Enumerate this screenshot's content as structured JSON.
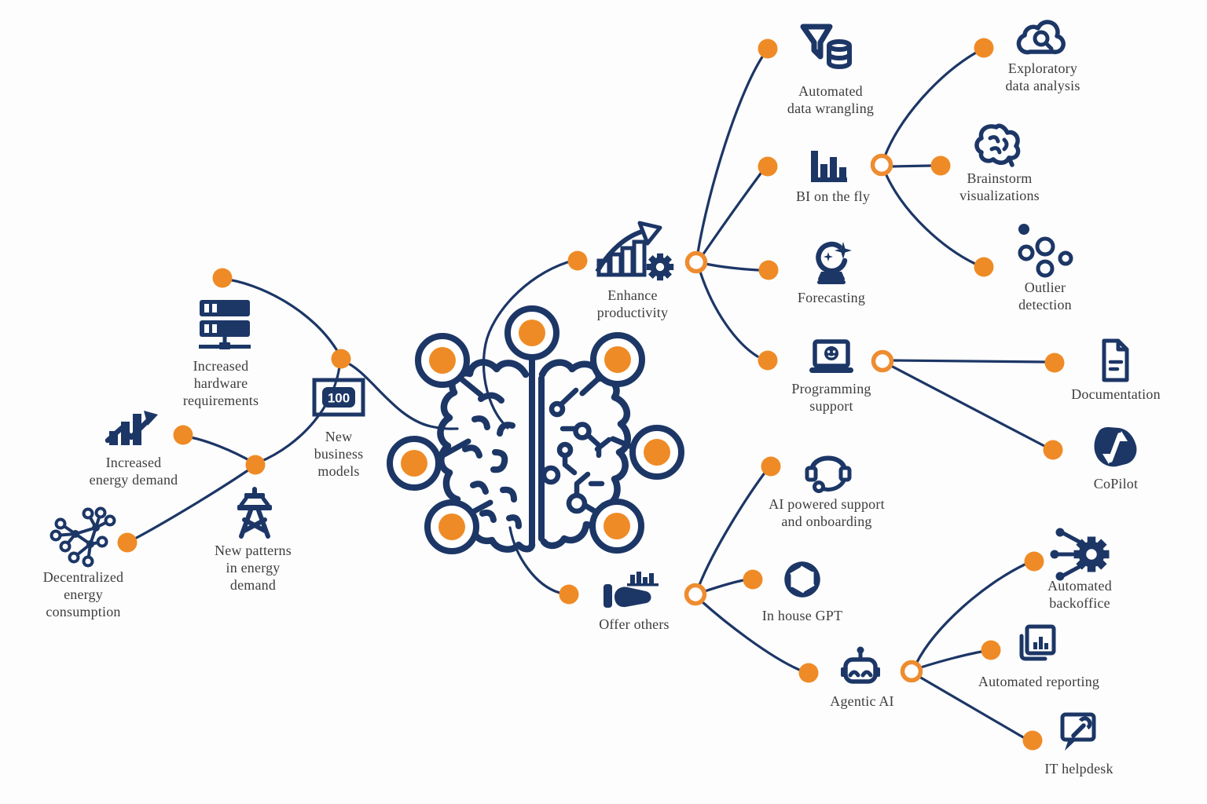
{
  "background": "#fdfdfd",
  "colors": {
    "navy": "#1c3666",
    "orange": "#ef8b26",
    "label_text": "#3d3d3d"
  },
  "nodes": {
    "brain_center": {
      "label": "",
      "icon": "brain-icon"
    },
    "increased_hardware_requirements": {
      "label": "Increased\nhardware\nrequirements",
      "icon": "server-icon"
    },
    "new_business_models": {
      "label": "New\nbusiness\nmodels",
      "icon": "banknote-icon",
      "icon_text": "100"
    },
    "increased_energy_demand": {
      "label": "Increased\nenergy demand",
      "icon": "rising-chart-icon"
    },
    "new_patterns_in_energy_demand": {
      "label": "New patterns\nin energy\ndemand",
      "icon": "transmission-tower-icon"
    },
    "decentralized_energy_consumption": {
      "label": "Decentralized\nenergy\nconsumption",
      "icon": "network-nodes-icon"
    },
    "enhance_productivity": {
      "label": "Enhance\nproductivity",
      "icon": "growth-arrow-gear-icon"
    },
    "automated_data_wrangling": {
      "label": "Automated\ndata wrangling",
      "icon": "funnel-database-icon"
    },
    "bi_on_the_fly": {
      "label": "BI on the fly",
      "icon": "bar-chart-icon"
    },
    "forecasting": {
      "label": "Forecasting",
      "icon": "crystal-ball-icon"
    },
    "programming_support": {
      "label": "Programming\nsupport",
      "icon": "laptop-support-icon"
    },
    "exploratory_data_analysis": {
      "label": "Exploratory\ndata analysis",
      "icon": "cloud-search-icon"
    },
    "brainstorm_visualizations": {
      "label": "Brainstorm\nvisualizations",
      "icon": "small-brain-icon"
    },
    "outlier_detection": {
      "label": "Outlier\ndetection",
      "icon": "scatter-dots-icon"
    },
    "documentation": {
      "label": "Documentation",
      "icon": "document-icon"
    },
    "copilot": {
      "label": "CoPilot",
      "icon": "copilot-logo-icon"
    },
    "offer_others": {
      "label": "Offer others",
      "icon": "hand-offering-chart-icon"
    },
    "ai_powered_support_and_onboarding": {
      "label": "AI powered support\nand onboarding",
      "icon": "headset-icon"
    },
    "in_house_gpt": {
      "label": "In house GPT",
      "icon": "openai-logo-icon"
    },
    "agentic_ai": {
      "label": "Agentic AI",
      "icon": "robot-icon"
    },
    "automated_backoffice": {
      "label": "Automated backoffice",
      "icon": "circuit-gear-icon"
    },
    "automated_reporting": {
      "label": "Automated reporting",
      "icon": "report-pages-icon"
    },
    "it_helpdesk": {
      "label": "IT helpdesk",
      "icon": "helpdesk-bubble-icon"
    }
  },
  "edges": [
    [
      "brain_center",
      "new_business_models"
    ],
    [
      "new_business_models",
      "increased_hardware_requirements"
    ],
    [
      "new_business_models",
      "new_patterns_in_energy_demand"
    ],
    [
      "new_patterns_in_energy_demand",
      "increased_energy_demand"
    ],
    [
      "new_patterns_in_energy_demand",
      "decentralized_energy_consumption"
    ],
    [
      "brain_center",
      "enhance_productivity"
    ],
    [
      "enhance_productivity",
      "automated_data_wrangling"
    ],
    [
      "enhance_productivity",
      "bi_on_the_fly"
    ],
    [
      "enhance_productivity",
      "forecasting"
    ],
    [
      "enhance_productivity",
      "programming_support"
    ],
    [
      "bi_on_the_fly",
      "exploratory_data_analysis"
    ],
    [
      "bi_on_the_fly",
      "brainstorm_visualizations"
    ],
    [
      "bi_on_the_fly",
      "outlier_detection"
    ],
    [
      "programming_support",
      "documentation"
    ],
    [
      "programming_support",
      "copilot"
    ],
    [
      "brain_center",
      "offer_others"
    ],
    [
      "offer_others",
      "ai_powered_support_and_onboarding"
    ],
    [
      "offer_others",
      "in_house_gpt"
    ],
    [
      "offer_others",
      "agentic_ai"
    ],
    [
      "agentic_ai",
      "automated_backoffice"
    ],
    [
      "agentic_ai",
      "automated_reporting"
    ],
    [
      "agentic_ai",
      "it_helpdesk"
    ]
  ]
}
